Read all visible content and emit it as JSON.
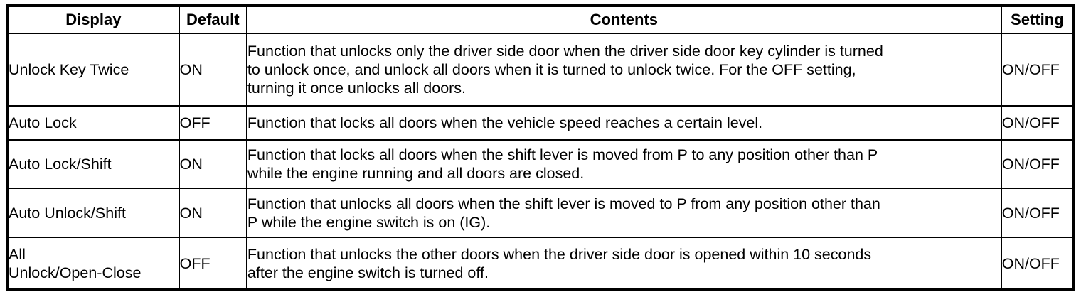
{
  "table": {
    "headers": [
      {
        "key": "display",
        "label": "Display"
      },
      {
        "key": "default",
        "label": "Default"
      },
      {
        "key": "contents",
        "label": "Contents"
      },
      {
        "key": "setting",
        "label": "Setting"
      }
    ],
    "rows": [
      {
        "display": "Unlock Key Twice",
        "display_lines": [
          "Unlock Key Twice"
        ],
        "default": "ON",
        "contents": "Function that unlocks only the driver side door when the driver side door key cylinder is turned to unlock once, and unlock all doors when it is turned to unlock twice. For the OFF setting, turning it once unlocks all doors.",
        "contents_lines": [
          "Function that unlocks only the driver side door when the driver side door key cylinder is turned",
          "to unlock once, and unlock all doors when it is turned to unlock twice. For the OFF setting,",
          "turning it once unlocks all doors."
        ],
        "setting": "ON/OFF"
      },
      {
        "display": "Auto Lock",
        "display_lines": [
          "Auto Lock"
        ],
        "default": "OFF",
        "contents": "Function that locks all doors when the vehicle speed reaches a certain level.",
        "contents_lines": [
          "Function that locks all doors when the vehicle speed reaches a certain level."
        ],
        "setting": "ON/OFF"
      },
      {
        "display": "Auto Lock/Shift",
        "display_lines": [
          "Auto Lock/Shift"
        ],
        "default": "ON",
        "contents": "Function that locks all doors when the shift lever is moved from P to any position other than P while the engine running and all doors are closed.",
        "contents_lines": [
          "Function that locks all doors when the shift lever is moved from P to any position other than P",
          "while the engine running and all doors are closed."
        ],
        "setting": "ON/OFF"
      },
      {
        "display": "Auto Unlock/Shift",
        "display_lines": [
          "Auto Unlock/Shift"
        ],
        "default": "ON",
        "contents": "Function that unlocks all doors when the shift lever is moved to P from any position other than P while the engine switch is on (IG).",
        "contents_lines": [
          "Function that unlocks all doors when the shift lever is moved to P from any position other than",
          "P while the engine switch is on (IG)."
        ],
        "setting": "ON/OFF"
      },
      {
        "display": "All Unlock/Open-Close",
        "display_lines": [
          "All",
          "Unlock/Open-Close"
        ],
        "default": "OFF",
        "contents": "Function that unlocks the other doors when the driver side door is opened within 10 seconds after the engine switch is turned off.",
        "contents_lines": [
          "Function that unlocks the other doors when the driver side door is opened within 10 seconds",
          "after the engine switch is turned off."
        ],
        "setting": "ON/OFF"
      }
    ]
  },
  "colors": {
    "border": "#000000",
    "text": "#000000",
    "background": "#ffffff"
  }
}
